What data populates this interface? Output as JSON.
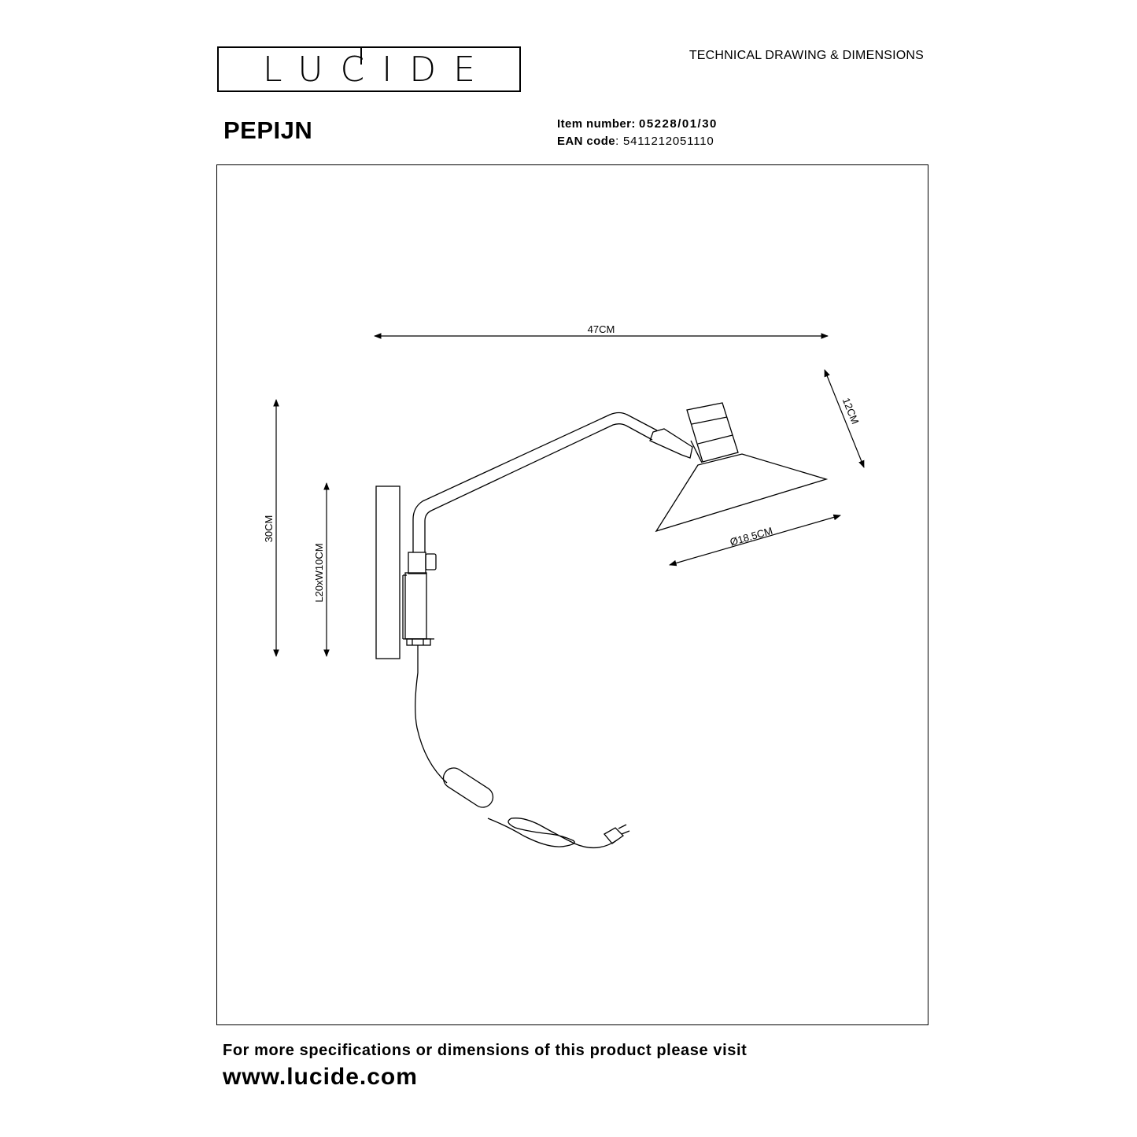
{
  "brand": {
    "logo_text": "LUCIDE"
  },
  "header": {
    "doc_title": "TECHNICAL DRAWING & DIMENSIONS"
  },
  "product": {
    "name": "PEPIJN",
    "item_number_label": "Item number:",
    "item_number": "05228/01/30",
    "ean_label": "EAN code",
    "ean": ": 5411212051110"
  },
  "dimensions": {
    "width": "47CM",
    "height": "30CM",
    "base": "L20xW10CM",
    "shade_height": "12CM",
    "shade_diameter": "Ø18.5CM"
  },
  "footer": {
    "text": "For more specifications or dimensions of this product please visit",
    "url": "www.lucide.com"
  }
}
